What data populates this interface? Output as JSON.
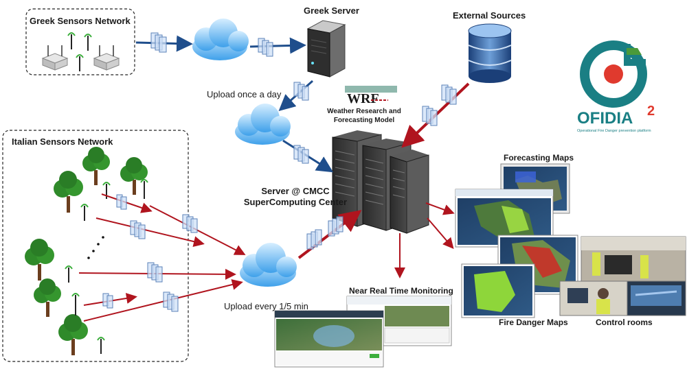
{
  "labels": {
    "greek_network": "Greek Sensors Network",
    "greek_server": "Greek Server",
    "external_sources": "External Sources",
    "upload_daily": "Upload once a day",
    "wrf_logo": "WRF",
    "wrf_caption_1": "Weather Research and",
    "wrf_caption_2": "Forecasting Model",
    "italian_network": "Italian Sensors Network",
    "server_1": "Server @ CMCC",
    "server_2": "SuperComputing Center",
    "upload_frequent": "Upload every 1/5 min",
    "forecasting_maps": "Forecasting Maps",
    "near_real_time": "Near Real Time Monitoring",
    "fire_danger_maps": "Fire Danger Maps",
    "control_rooms": "Control rooms"
  },
  "logo": {
    "name": "OFIDIA",
    "superscript": "2",
    "tagline": "Operational Fire Danger prevention platform"
  },
  "colors": {
    "blue_arrow": "#1f4e8c",
    "red_arrow": "#b0141e",
    "logo_teal": "#1a7f84",
    "logo_red": "#e03a2e",
    "logo_green": "#4a9a3a"
  }
}
